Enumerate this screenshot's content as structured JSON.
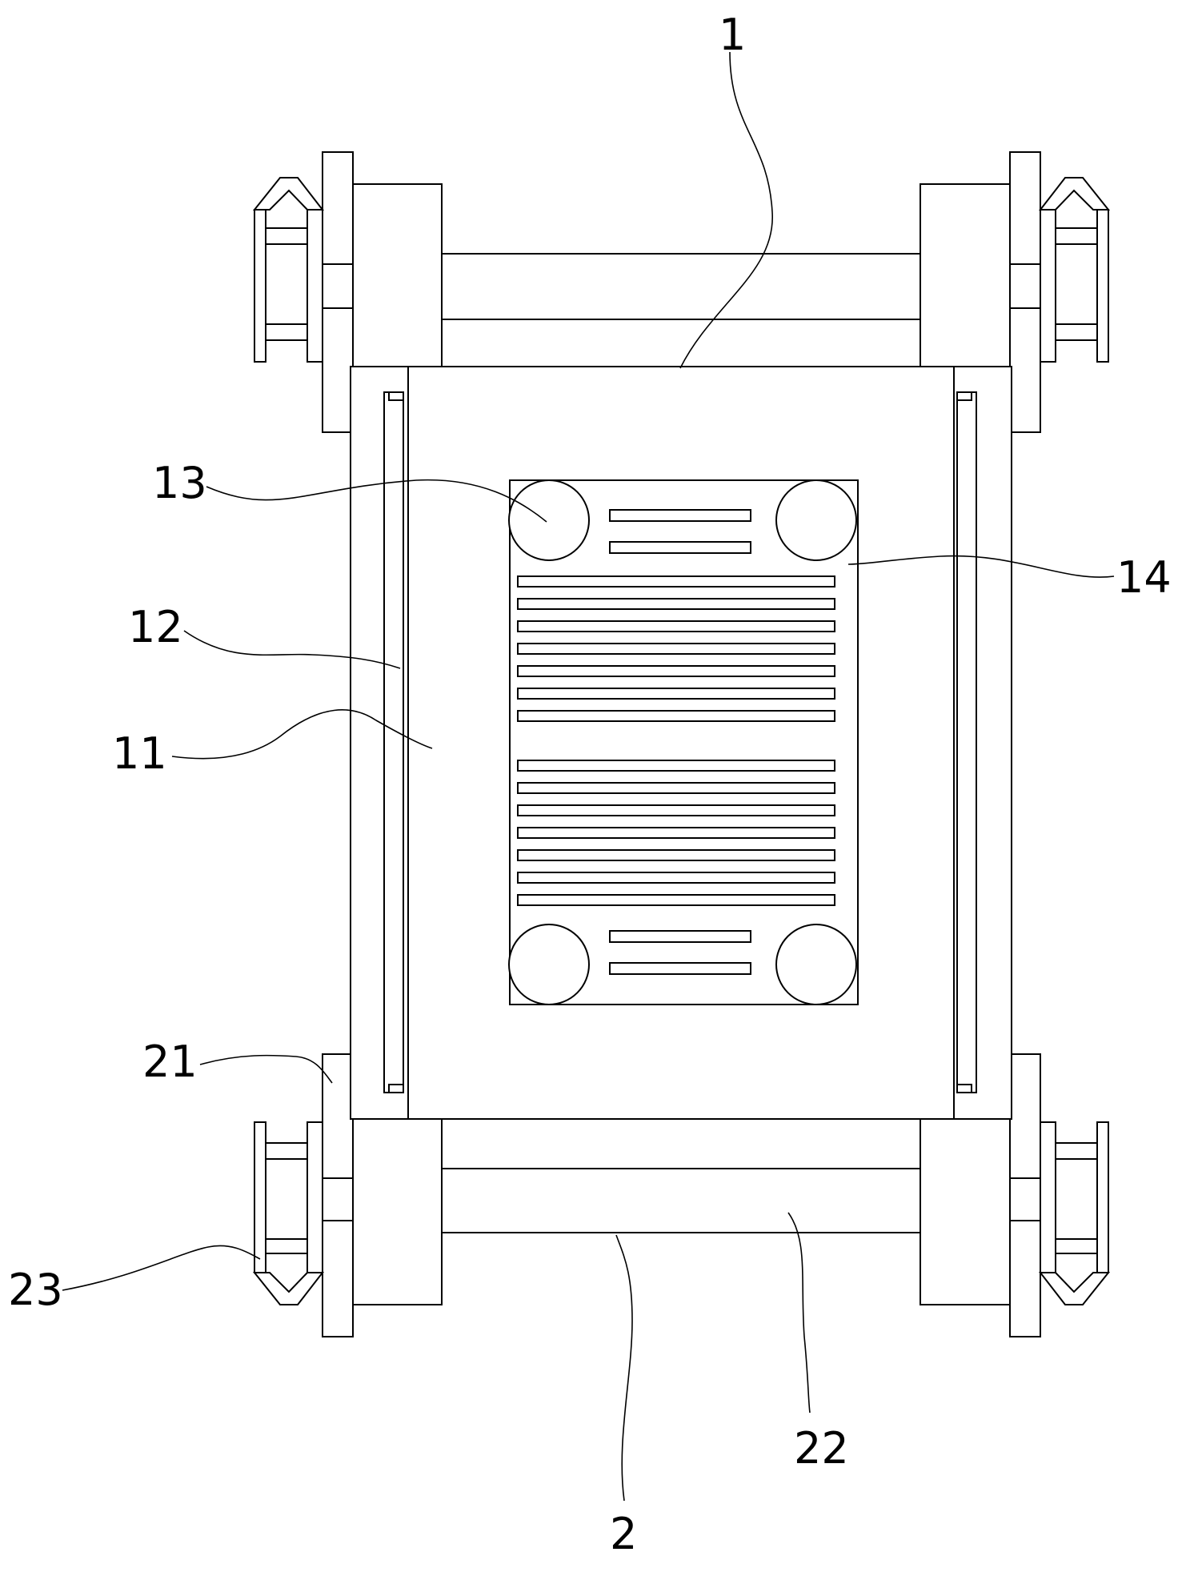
{
  "labels": {
    "l1": "1",
    "l2": "2",
    "l11": "11",
    "l12": "12",
    "l13": "13",
    "l14": "14",
    "l21": "21",
    "l22": "22",
    "l23": "23"
  },
  "colors": {
    "line": "#000000",
    "background": "#ffffff"
  }
}
